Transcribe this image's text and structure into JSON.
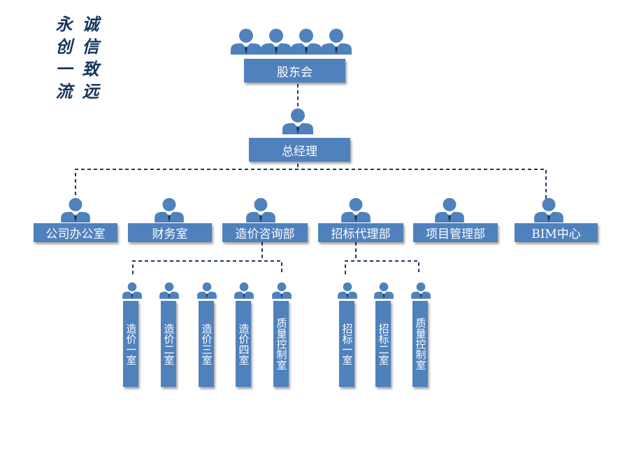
{
  "motto": {
    "right_column": "诚信致远",
    "left_column": "永创一流"
  },
  "colors": {
    "box_fill": "#4f81bd",
    "text": "#ffffff",
    "connector": "#1f3864",
    "motto_text": "#17365d"
  },
  "icons": {
    "person": "person-icon"
  },
  "org": {
    "shareholders": "股东会",
    "general_manager": "总经理",
    "departments": [
      {
        "id": "office",
        "label": "公司办公室"
      },
      {
        "id": "finance",
        "label": "财务室"
      },
      {
        "id": "costing",
        "label": "造价咨询部"
      },
      {
        "id": "bidding",
        "label": "招标代理部"
      },
      {
        "id": "project",
        "label": "项目管理部"
      },
      {
        "id": "bim",
        "label": "BIM中心"
      }
    ],
    "costing_subs": [
      "造价一室",
      "造价二室",
      "造价三室",
      "造价四室",
      "质量控制室"
    ],
    "bidding_subs": [
      "招标一室",
      "招标二室",
      "质量控制室"
    ]
  }
}
